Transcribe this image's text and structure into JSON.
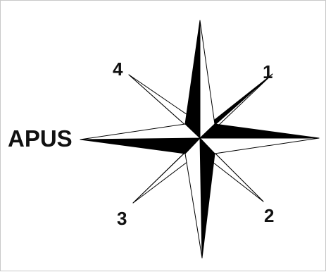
{
  "labels": {
    "west": "APUS",
    "ne": "1",
    "se": "2",
    "sw": "3",
    "nw": "4"
  },
  "colors": {
    "fill_dark": "#000000",
    "fill_light": "#ffffff",
    "stroke": "#000000"
  }
}
